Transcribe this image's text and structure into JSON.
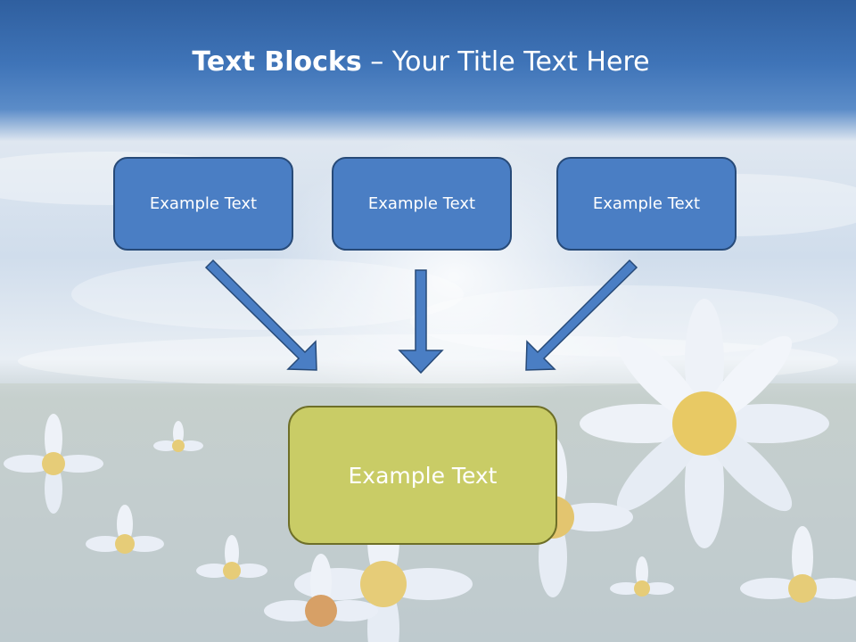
{
  "title": {
    "bold": "Text Blocks",
    "rest": " – Your Title Text Here"
  },
  "blocks": {
    "top": [
      {
        "text": "Example Text"
      },
      {
        "text": "Example Text"
      },
      {
        "text": "Example Text"
      }
    ],
    "bottom": {
      "text": "Example Text"
    }
  },
  "colors": {
    "header": "#3a6fb5",
    "top_box_fill": "#4a7ec4",
    "top_box_border": "#274a78",
    "bottom_box_fill": "#c9cc66",
    "bottom_box_border": "#6e6f28",
    "arrow_fill": "#4a7ec4",
    "arrow_stroke": "#274a78"
  }
}
